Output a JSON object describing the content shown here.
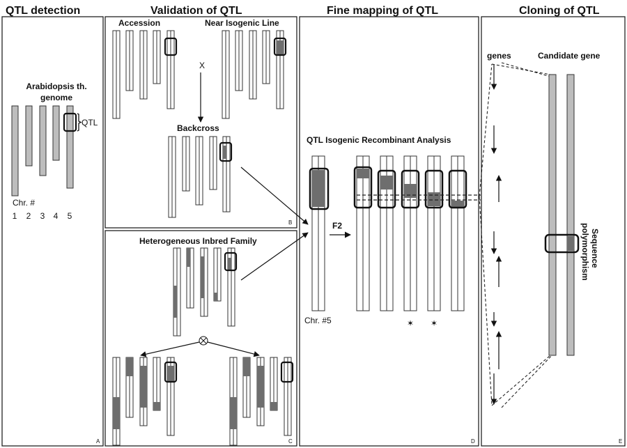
{
  "headers": {
    "qtl_detection": "QTL detection",
    "validation": "Validation of QTL",
    "fine_mapping": "Fine mapping of QTL",
    "cloning": "Cloning of QTL"
  },
  "panel_a": {
    "genome_line1": "Arabidopsis th.",
    "genome_line2": "genome",
    "qtl": "QTL",
    "chr": "Chr. #",
    "chr_numbers": [
      "1",
      "2",
      "3",
      "4",
      "5"
    ],
    "letter": "A"
  },
  "panel_b": {
    "accession": "Accession",
    "nil": "Near Isogenic Line",
    "cross": "X",
    "backcross": "Backcross",
    "letter": "B"
  },
  "panel_c": {
    "title": "Heterogeneous Inbred Family",
    "letter": "C"
  },
  "panel_d": {
    "title": "QTL Isogenic Recombinant Analysis",
    "f2": "F2",
    "chr": "Chr. #5",
    "letter": "D"
  },
  "panel_e": {
    "genes": "genes",
    "candidate": "Candidate gene",
    "polymorphism_line1": "Sequence",
    "polymorphism_line2": "polymorphism",
    "letter": "E"
  },
  "colors": {
    "gray_chromosome": "#bdbdbd",
    "dark_segment": "#6e6e6e",
    "frame": "#222222"
  }
}
